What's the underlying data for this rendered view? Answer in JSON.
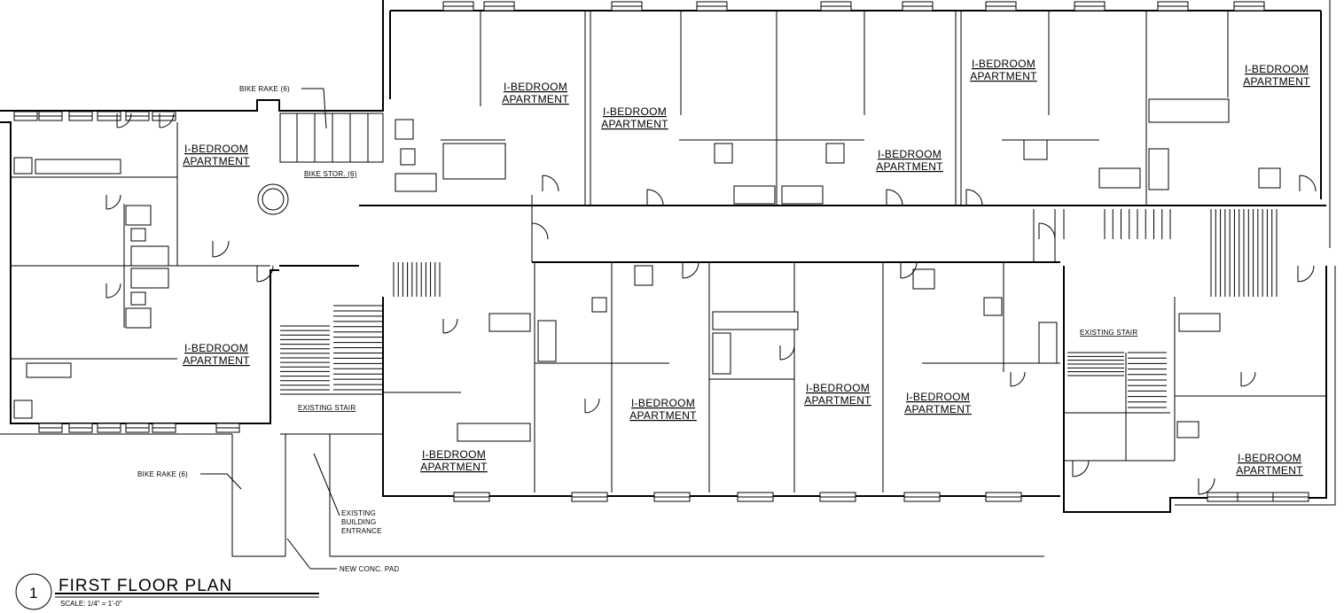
{
  "labels": {
    "apartment_line1": "I-BEDROOM",
    "apartment_line2": "APARTMENT",
    "bike_rake_upper": "BIKE RAKE (6)",
    "bike_storage": "BIKE STOR. (6)",
    "existing_stair_left": "EXISTING STAIR",
    "existing_stair_right": "EXISTING STAIR",
    "bike_rake_lower": "BIKE RAKE (6)",
    "entrance_line1": "EXISTING",
    "entrance_line2": "BUILDING",
    "entrance_line3": "ENTRANCE",
    "new_pad": "NEW CONC. PAD"
  },
  "title_block": {
    "number": "1",
    "title": "FIRST FLOOR PLAN",
    "scale": "SCALE:  1/4\" = 1'-0\""
  }
}
